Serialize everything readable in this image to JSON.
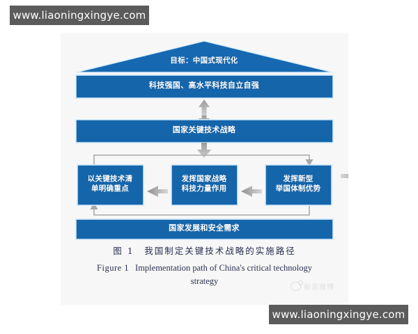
{
  "watermarks": {
    "top_url": "www.liaoningxingye.com",
    "bottom_url": "www.liaoningxingye.com",
    "weibo_text": "新浪微博"
  },
  "diagram": {
    "goal": "目标：中国式现代化",
    "bar_top": "科技强国、高水平科技自立自强",
    "bar_middle": "国家关键技术战略",
    "bar_bottom": "国家发展和安全需求",
    "pillars": [
      {
        "label": "以关键技术清\n单明确重点"
      },
      {
        "label": "发挥国家战略\n科技力量作用"
      },
      {
        "label": "发挥新型\n举国体制优势"
      }
    ],
    "colors": {
      "box_fill": "#1565ab",
      "box_stroke": "#0f4f8a",
      "roof_fill": "#1668b0",
      "arrow_gray": "#8d8d8d",
      "connector_gray": "#9a9a9a",
      "page_bg": "#f7f7f7"
    },
    "icons": {
      "double_arrow": "up-down-arrow",
      "down_arrow": "down-arrow",
      "left_arrow": "left-arrow",
      "right_arrow": "right-arrow"
    }
  },
  "caption": {
    "cn": "图 1　我国制定关键技术战略的实施路径",
    "en_figure_no": "Figure 1",
    "en_line1": "Implementation path of China's critical technology",
    "en_line2": "strategy"
  }
}
